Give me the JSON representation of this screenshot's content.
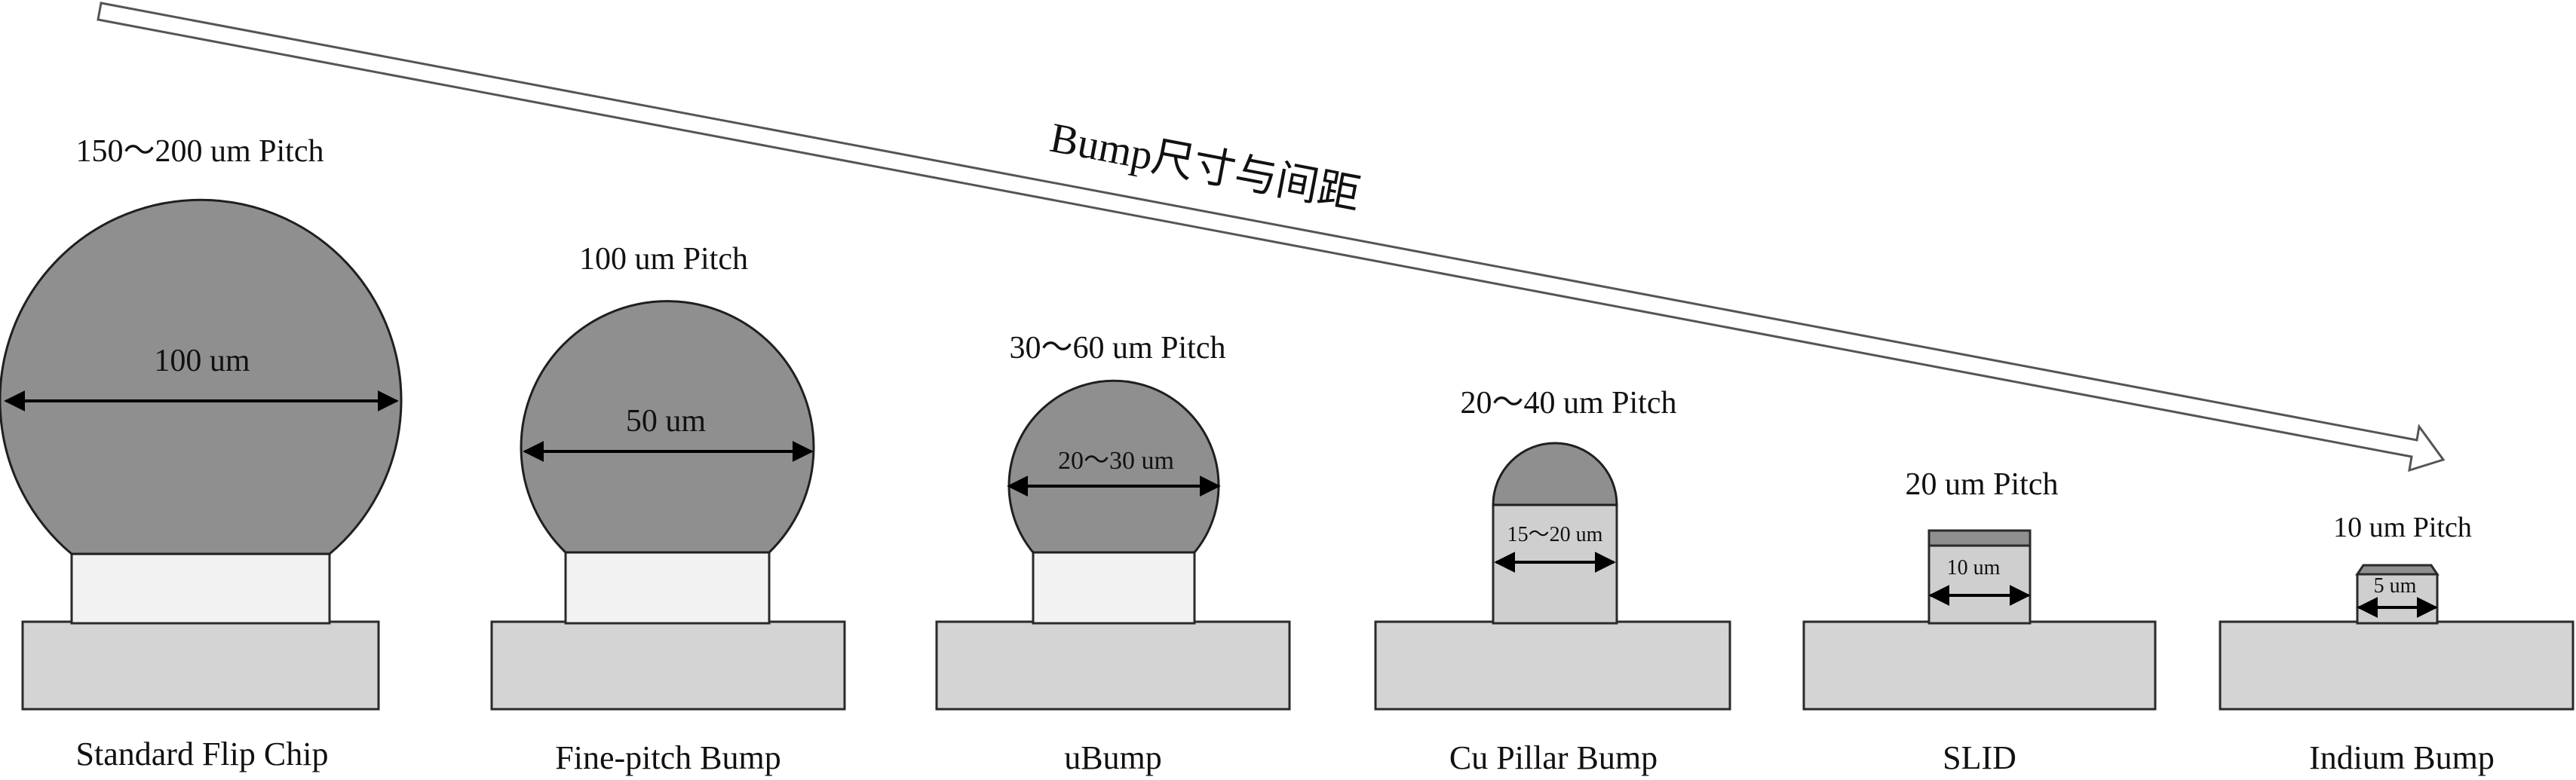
{
  "trend_label": "Bump尺寸与间距",
  "bumps": [
    {
      "pitch": "150～200 um Pitch",
      "size": "100 um",
      "name": "Standard Flip Chip"
    },
    {
      "pitch": "100 um Pitch",
      "size": "50 um",
      "name": "Fine-pitch Bump"
    },
    {
      "pitch": "30～60 um Pitch",
      "size": "20～30 um",
      "name": "uBump"
    },
    {
      "pitch": "20～40 um Pitch",
      "size": "15～20 um",
      "name": "Cu Pillar Bump"
    },
    {
      "pitch": "20 um Pitch",
      "size": "10 um",
      "name": "SLID"
    },
    {
      "pitch": "10 um Pitch",
      "size": "5 um",
      "name": "Indium Bump"
    }
  ],
  "colors": {
    "solder": "#8f8f8f",
    "ubm": "#f2f2f2",
    "pillar": "#cfcfcf",
    "substrate": "#d4d4d4",
    "outline": "#2a2a2a"
  }
}
